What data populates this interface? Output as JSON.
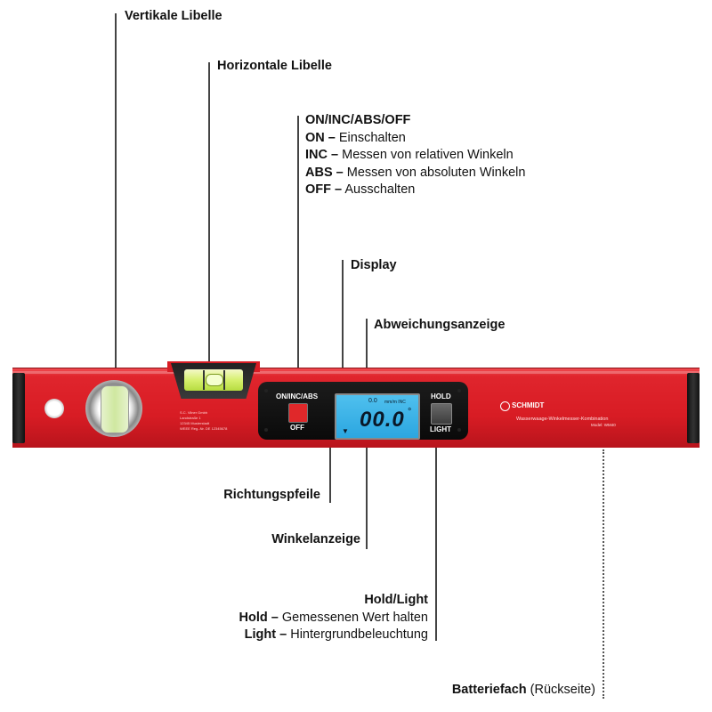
{
  "callouts": {
    "vertical_vial": {
      "title": "Vertikale Libelle"
    },
    "horizontal_vial": {
      "title": "Horizontale Libelle"
    },
    "power_button": {
      "title": "ON/INC/ABS/OFF",
      "lines": [
        {
          "key": "ON –",
          "text": "Einschalten"
        },
        {
          "key": "INC –",
          "text": "Messen von relativen Winkeln"
        },
        {
          "key": "ABS –",
          "text": "Messen von absoluten Winkeln"
        },
        {
          "key": "OFF –",
          "text": "Ausschalten"
        }
      ]
    },
    "display": {
      "title": "Display"
    },
    "deviation": {
      "title": "Abweichungsanzeige"
    },
    "direction_arrows": {
      "title": "Richtungspfeile"
    },
    "angle_display": {
      "title": "Winkelanzeige"
    },
    "hold_light": {
      "title": "Hold/Light",
      "lines": [
        {
          "key": "Hold –",
          "text": "Gemessenen Wert halten"
        },
        {
          "key": "Light –",
          "text": "Hintergrundbeleuchtung"
        }
      ]
    },
    "battery": {
      "title": "Batteriefach",
      "note": "(Rückseite)"
    }
  },
  "device": {
    "button_left_top": "ON/INC/ABS",
    "button_left_bottom": "OFF",
    "button_right_top": "HOLD",
    "button_right_bottom": "LIGHT",
    "lcd_small_value": "0.0",
    "lcd_units": "mm/m INC",
    "lcd_main_value": "00.0",
    "lcd_degree": "°",
    "brand": "SCHMIDT",
    "product_line": "Wasserwaage-Winkelmesser-Kombination",
    "model": "Model: WM40",
    "small_print": [
      "S.C. Vilner Gmbh",
      "Landstraße 1",
      "12345 Musterstadt",
      "WEEE Reg.-Nr. DE 12345678"
    ]
  },
  "colors": {
    "body_red": "#d81c24",
    "lcd_blue": "#3cb2e8",
    "button_red": "#e0282a",
    "vial_green": "#c6e85a"
  }
}
